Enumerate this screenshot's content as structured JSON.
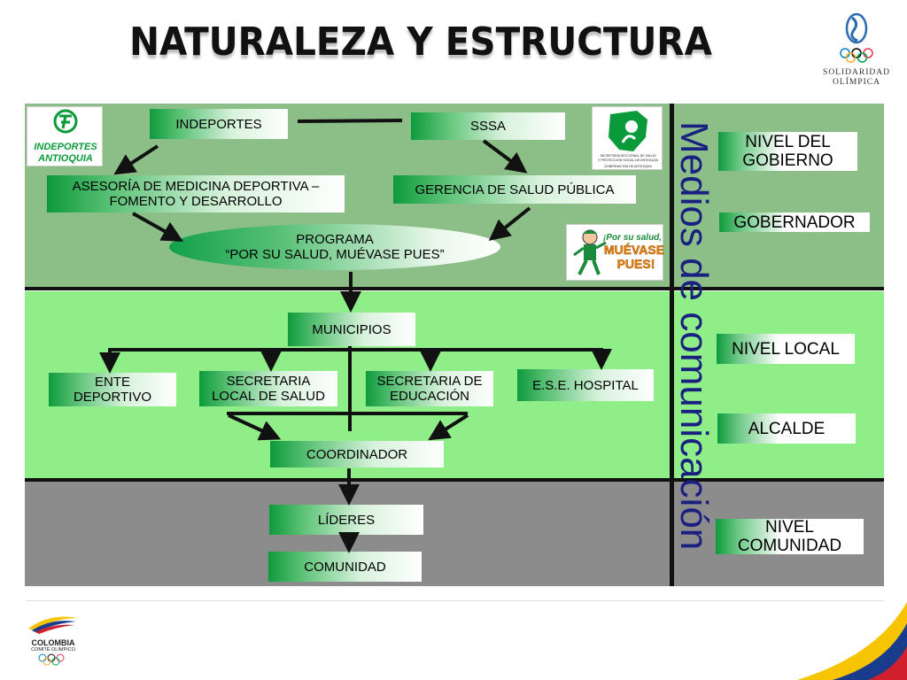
{
  "title": "NATURALEZA Y ESTRUCTURA",
  "header_logo": {
    "line1": "SOLIDARIDAD",
    "line2": "OLÍMPICA"
  },
  "logos": {
    "indeportes": {
      "line1": "INDEPORTES",
      "line2": "ANTIOQUIA"
    },
    "sssa": {
      "line1": "SECRETARIA SECCIONAL DE SALUD",
      "line2": "Y PROTECCION SOCIAL DE ANTIOQUIA",
      "line3": "GOBERNACION DE ANTIOQUIA"
    },
    "campaign": {
      "line1": "¡Por su salud,",
      "line2": "MUÉVASE",
      "line3": "PUES!"
    }
  },
  "nodes": {
    "indeportes": "INDEPORTES",
    "sssa": "SSSA",
    "asesoria_l1": "ASESORÍA DE MEDICINA DEPORTIVA –",
    "asesoria_l2": "FOMENTO Y DESARROLLO",
    "gerencia": "GERENCIA DE SALUD PÚBLICA",
    "programa_l1": "PROGRAMA",
    "programa_l2": "“POR SU SALUD, MUÉVASE PUES”",
    "municipios": "MUNICIPIOS",
    "ente_l1": "ENTE",
    "ente_l2": "DEPORTIVO",
    "secsalud_l1": "SECRETARIA",
    "secsalud_l2": "LOCAL DE SALUD",
    "secedu_l1": "SECRETARIA DE",
    "secedu_l2": "EDUCACIÓN",
    "hospital": "E.S.E. HOSPITAL",
    "coordinador": "COORDINADOR",
    "lideres": "LÍDERES",
    "comunidad": "COMUNIDAD"
  },
  "side": {
    "nivel_gobierno_l1": "NIVEL DEL",
    "nivel_gobierno_l2": "GOBIERNO",
    "gobernador": "GOBERNADOR",
    "nivel_local": "NIVEL LOCAL",
    "alcalde": "ALCALDE",
    "nivel_comunidad_l1": "NIVEL",
    "nivel_comunidad_l2": "COMUNIDAD"
  },
  "vertical_label": "Medios de comunicación",
  "footer_logo": {
    "line1": "COLOMBIA",
    "line2": "COMITÉ OLÍMPICO"
  },
  "colors": {
    "band_top": "#8cbf88",
    "band_mid": "#90ee88",
    "band_bot": "#8c8c8c",
    "box_green": "#0e9a3c",
    "vertical_text": "#1a2080"
  }
}
